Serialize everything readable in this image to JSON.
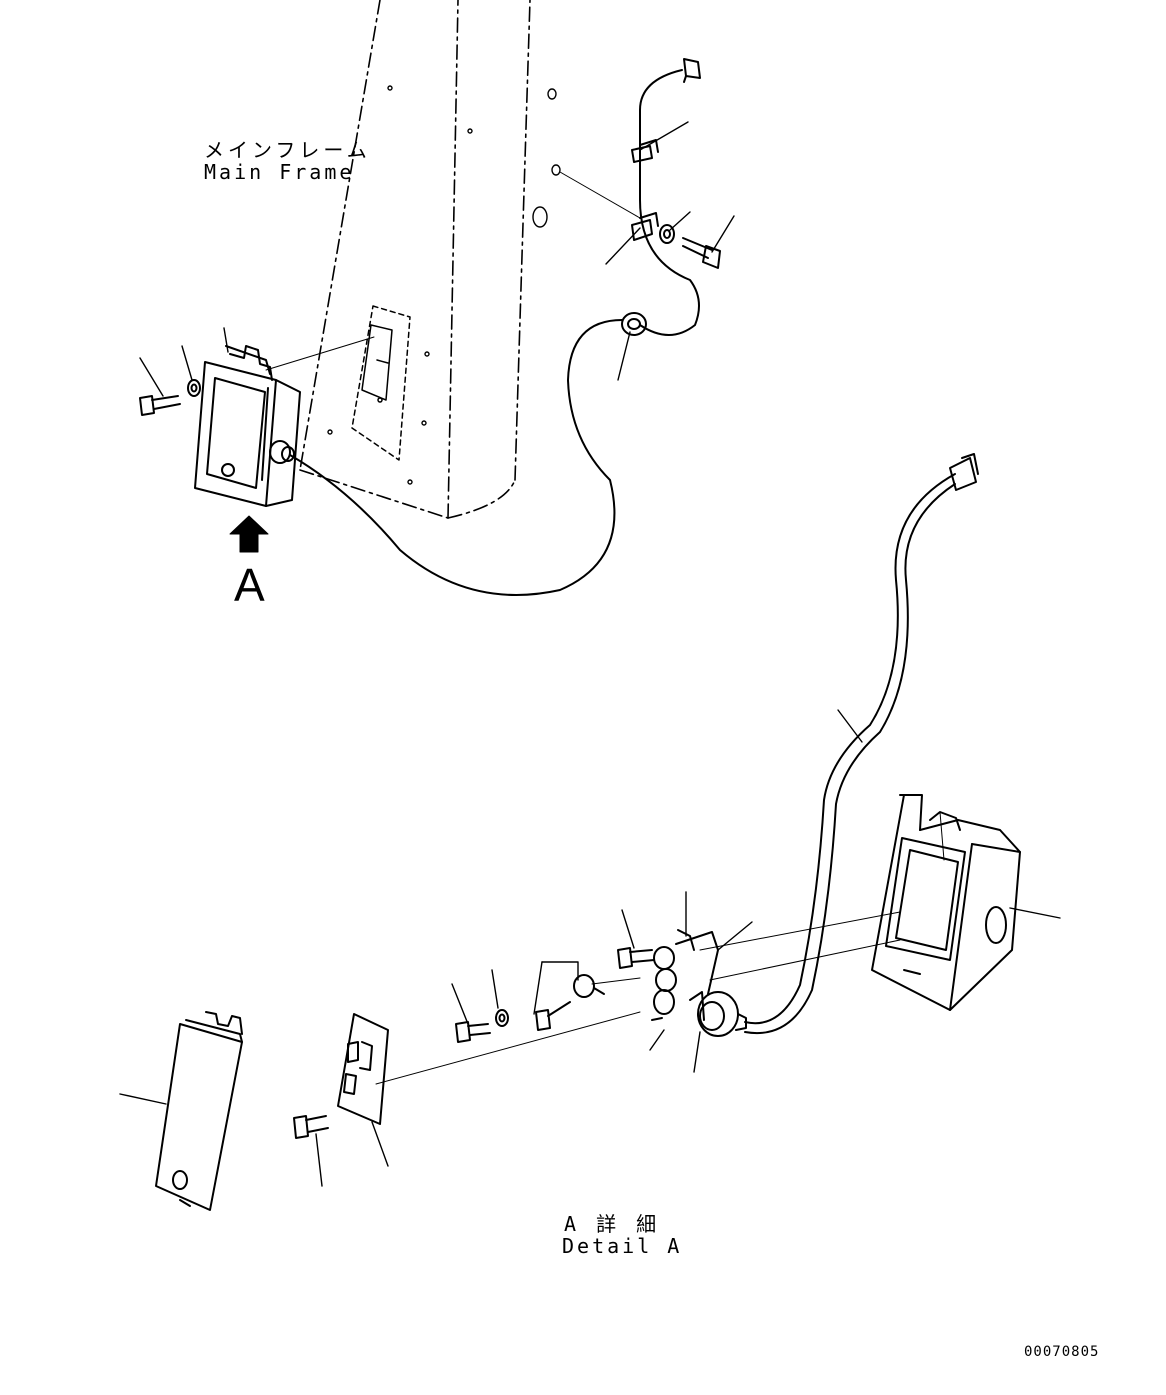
{
  "labels": {
    "main_frame_jp": "メインフレーム",
    "main_frame_en": "Main Frame",
    "view_callout": "A",
    "detail_jp": "A 詳 細",
    "detail_en": "Detail A",
    "drawing_number": "00070805"
  },
  "colors": {
    "ink": "#000000",
    "paper": "#ffffff"
  },
  "icons": {
    "view_arrow": "arrow-up-icon"
  }
}
